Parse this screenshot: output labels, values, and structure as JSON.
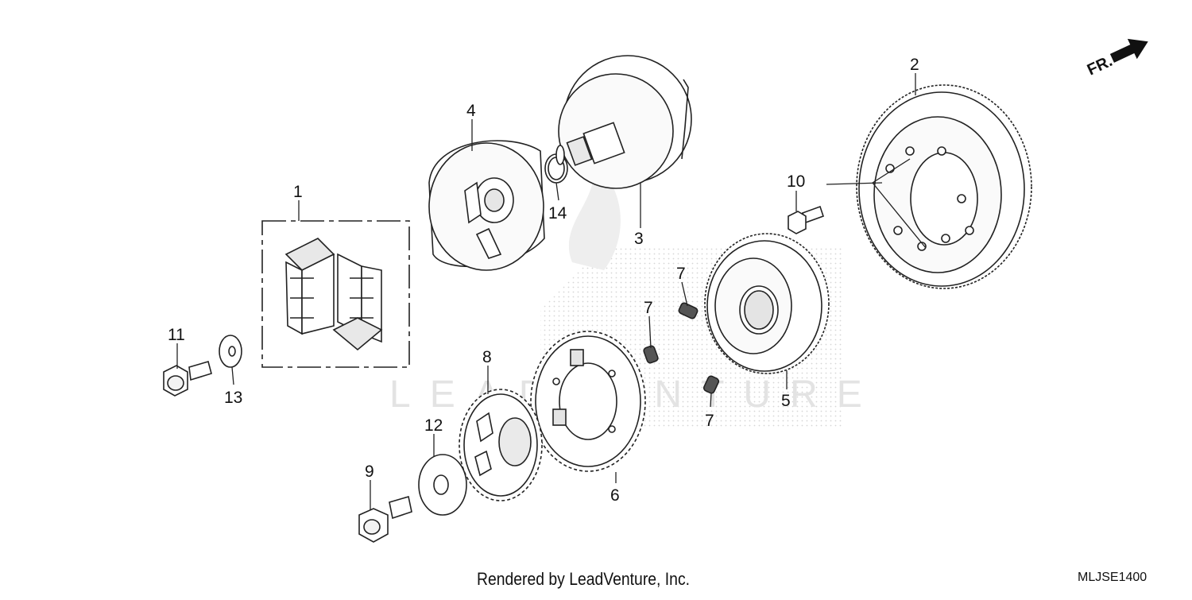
{
  "diagram": {
    "direction_label": "FR.",
    "watermark_text": "LEADVENTURE",
    "footer_text": "Rendered by LeadVenture, Inc.",
    "drawing_code": "MLJSE1400",
    "callouts": [
      "1",
      "2",
      "3",
      "4",
      "5",
      "6",
      "7",
      "7",
      "7",
      "8",
      "9",
      "10",
      "11",
      "12",
      "13",
      "14"
    ]
  }
}
